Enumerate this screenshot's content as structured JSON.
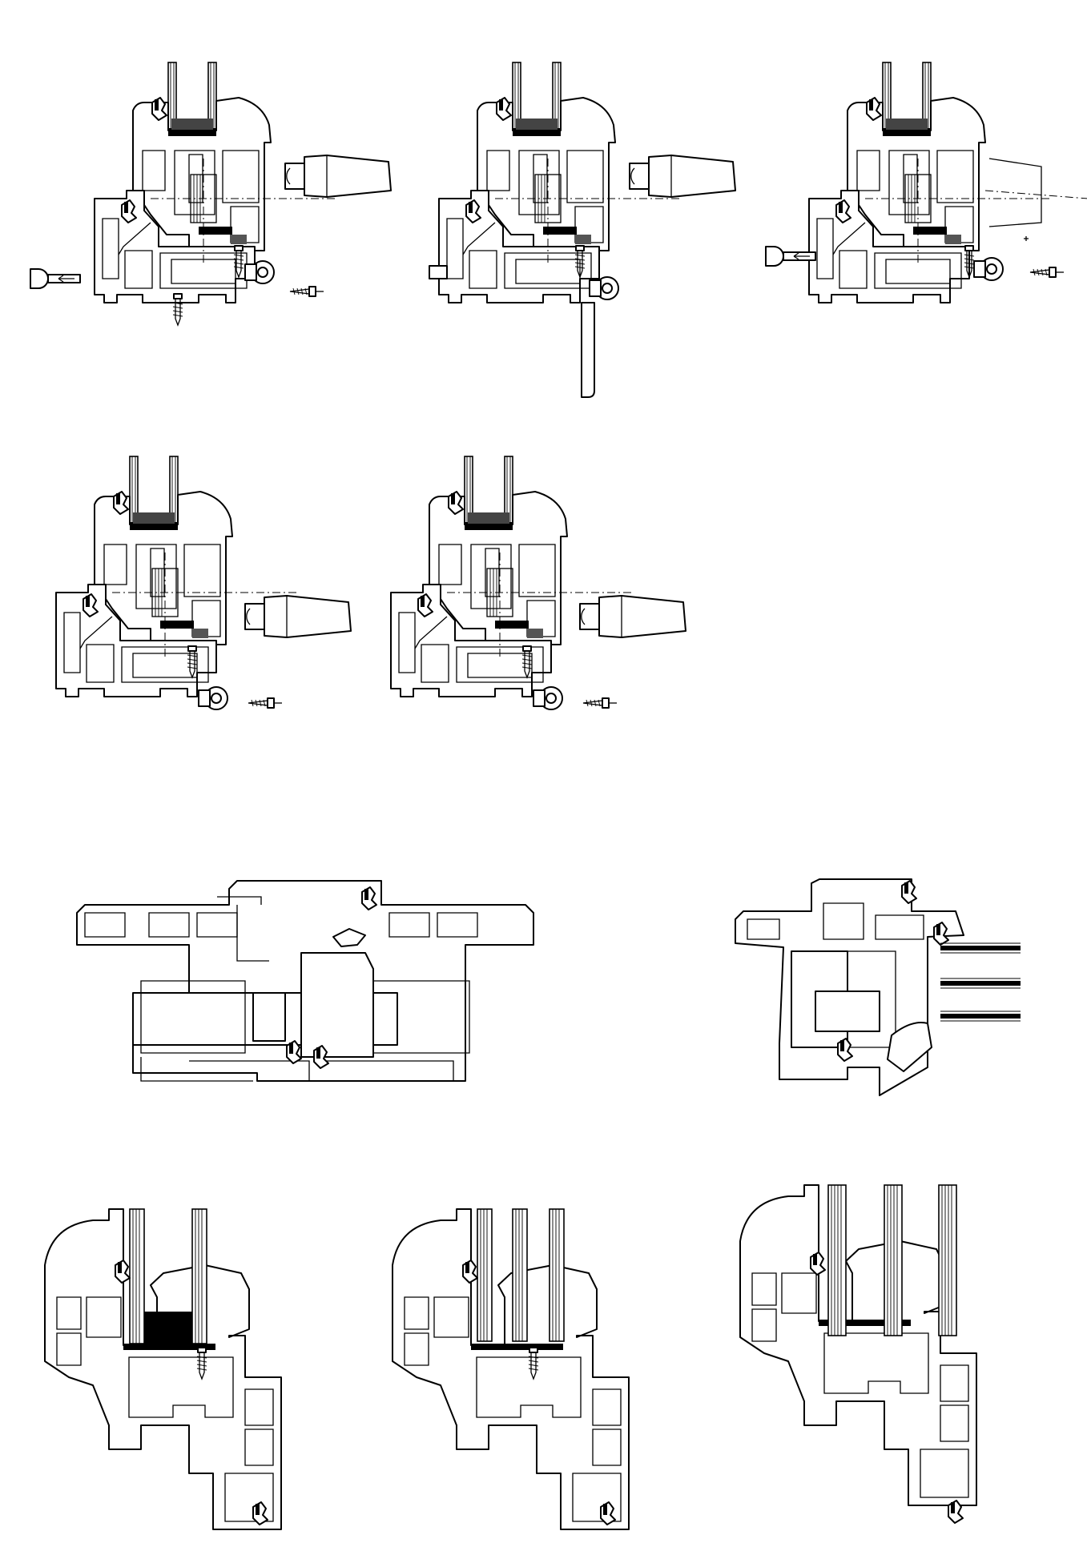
{
  "sheet": {
    "background": "#ffffff",
    "line_color": "#000000"
  },
  "sections": [
    {
      "id": "handle-section-1",
      "glazing": "double"
    },
    {
      "id": "handle-section-2",
      "glazing": "double"
    },
    {
      "id": "handle-section-3",
      "glazing": "double"
    },
    {
      "id": "handle-section-4",
      "glazing": "double"
    },
    {
      "id": "handle-section-5",
      "glazing": "double"
    },
    {
      "id": "mullion-section",
      "glazing": "none"
    },
    {
      "id": "frame-glazing-section",
      "glazing": "triple"
    },
    {
      "id": "bead-section-1",
      "glazing": "double"
    },
    {
      "id": "bead-section-2",
      "glazing": "triple"
    },
    {
      "id": "bead-section-3",
      "glazing": "triple"
    }
  ]
}
